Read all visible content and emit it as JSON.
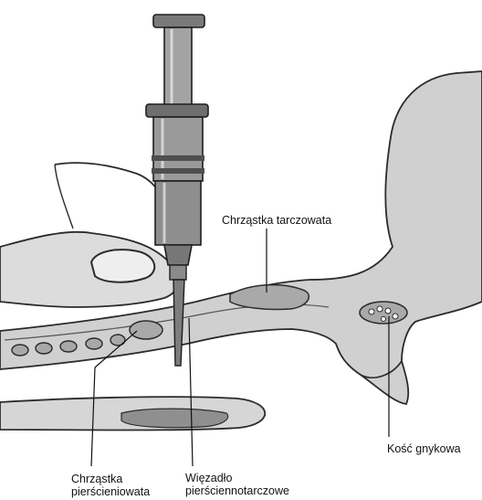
{
  "colors": {
    "tissue_fill": "#d2d2d2",
    "tissue_dark": "#8c8c8c",
    "cartilage_fill": "#a9a9a9",
    "outline": "#2b2b2b",
    "syringe_metal": "#9a9a9a",
    "label_text": "#111111"
  },
  "labels": {
    "thyroid_cartilage": "Chrząstka tarczowata",
    "hyoid_bone": "Kość gnykowa",
    "cricoid_cartilage": [
      "Chrząstka",
      "pierścieniowata"
    ],
    "cricothyroid_ligament": [
      "Więzadło",
      "pierścienno​tarczowe"
    ]
  },
  "icons": {
    "syringe": "syringe-icon",
    "needle": "needle-icon",
    "finger": "finger-icon"
  }
}
